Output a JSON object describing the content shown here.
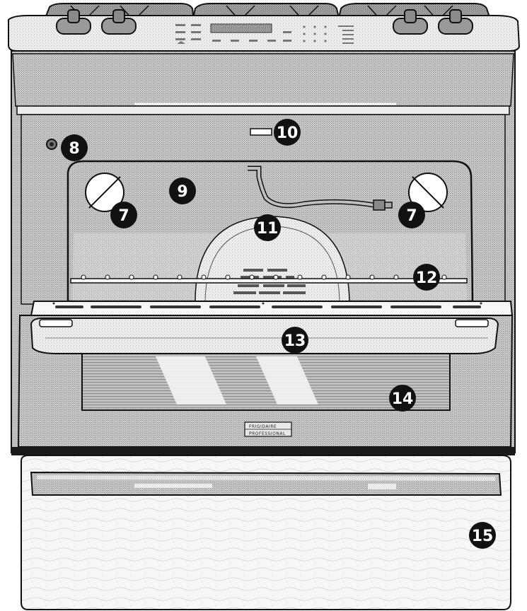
{
  "callouts": [
    {
      "label": "7"
    },
    {
      "label": "7"
    },
    {
      "label": "8"
    },
    {
      "label": "9"
    },
    {
      "label": "10"
    },
    {
      "label": "11"
    },
    {
      "label": "12"
    },
    {
      "label": "13"
    },
    {
      "label": "14"
    },
    {
      "label": "15"
    }
  ],
  "brand": {
    "line1": "FRIGIDAIRE",
    "line2": "PROFESSIONAL"
  },
  "colors": {
    "ink": "#111111",
    "panel": "#e2e2e2",
    "shade": "#9a9a9a",
    "cavity": "#b9b9b9",
    "light": "#f2f2f2"
  }
}
